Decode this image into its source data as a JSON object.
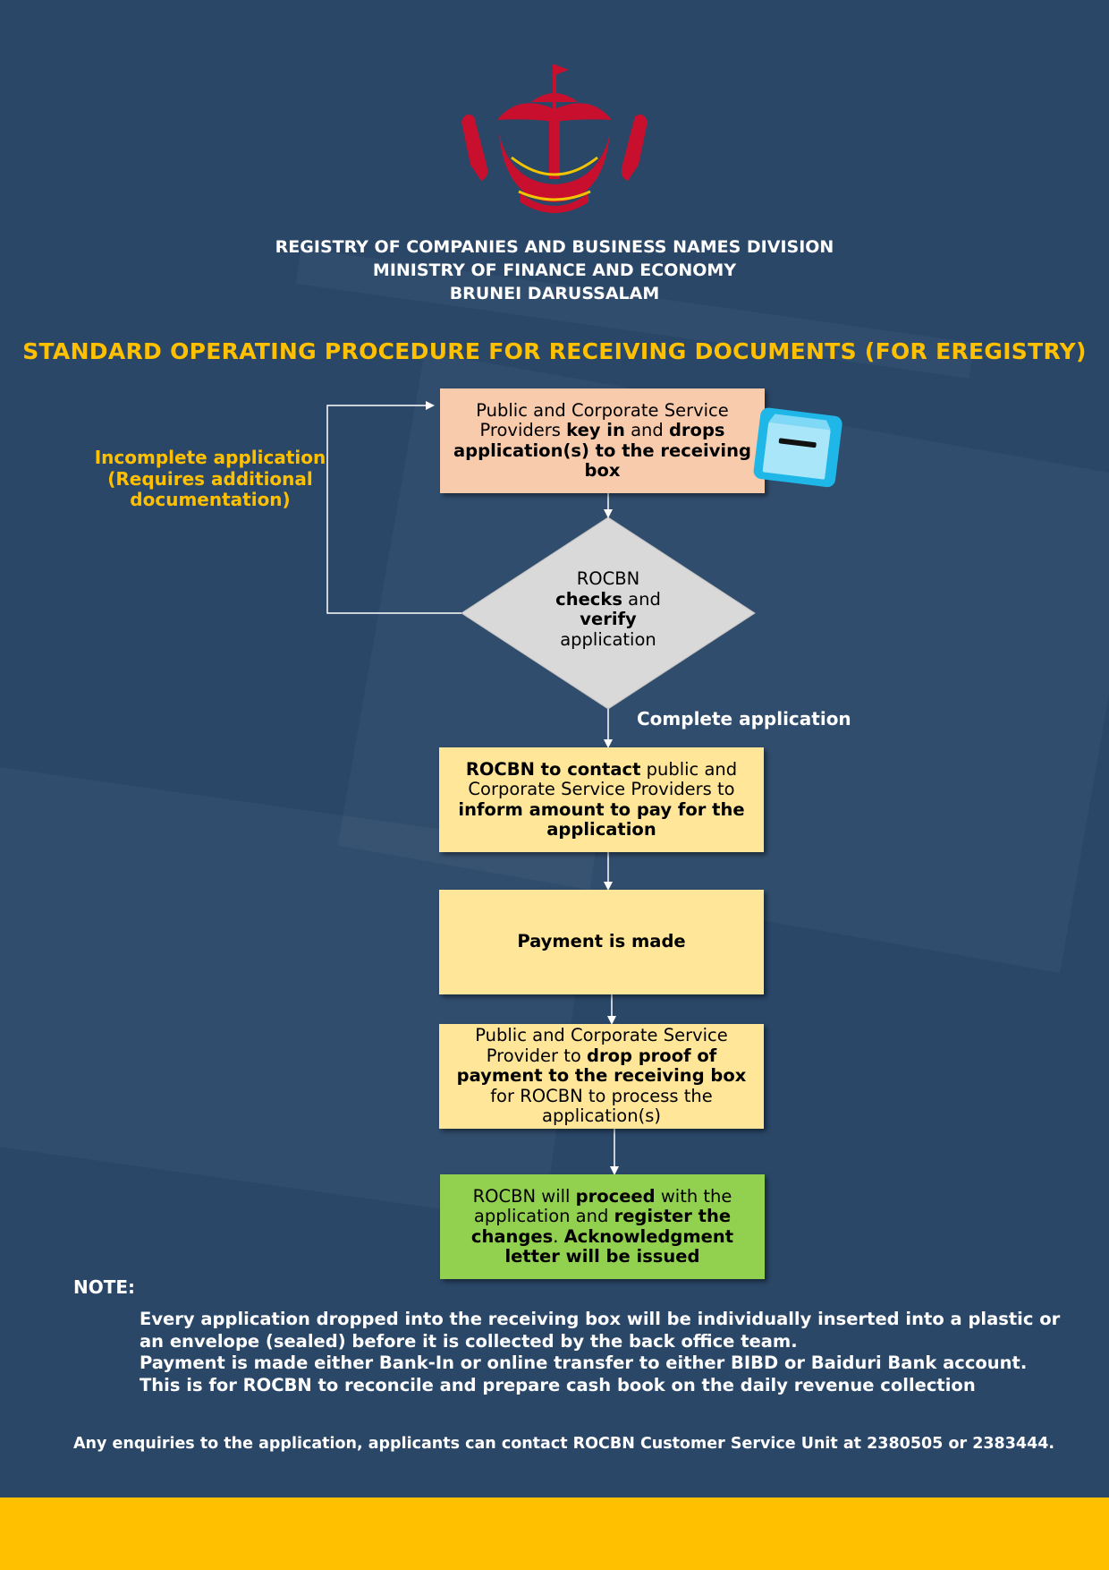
{
  "header": {
    "line1": "REGISTRY OF COMPANIES AND BUSINESS NAMES DIVISION",
    "line2": "MINISTRY OF FINANCE AND ECONOMY",
    "line3": "BRUNEI DARUSSALAM"
  },
  "title": "STANDARD OPERATING PROCEDURE FOR RECEIVING DOCUMENTS (FOR EREGISTRY)",
  "emblem": {
    "icon": "brunei-crest-icon",
    "color": "#c8102e",
    "accent": "#f2c500"
  },
  "steps": {
    "step1": {
      "a": "Public and Corporate Service Providers ",
      "b": "key in",
      "c": " and ",
      "d": "drops application(s) to the receiving box"
    },
    "decision": {
      "a": "ROCBN",
      "b": "checks",
      "c": " and",
      "d": "verify",
      "e": "application"
    },
    "step2": {
      "a": "ROCBN to contact",
      "b": " public and Corporate Service Providers to ",
      "c": "inform amount to pay for the application"
    },
    "step3": {
      "a": "Payment is made"
    },
    "step4": {
      "a": "Public and Corporate Service Provider to ",
      "b": "drop proof of payment to the receiving box",
      "c": " for ROCBN to process the application(s)"
    },
    "step5": {
      "a": "ROCBN will ",
      "b": "proceed",
      "c": " with the application and ",
      "d": "register the changes",
      "e": ". ",
      "f": "Acknowledgment letter will be issued"
    }
  },
  "labels": {
    "incomplete": "Incomplete application (Requires additional documentation)",
    "complete": "Complete application"
  },
  "receiving_box_icon": "receiving-box-icon",
  "note": {
    "title": "NOTE:",
    "line1": "Every application dropped into the receiving box will be individually inserted into a plastic or an envelope (sealed) before it is collected by the back office team.",
    "line2": "Payment is made either Bank-In or online transfer to either BIBD or Baiduri Bank account. This is for ROCBN to reconcile and prepare cash book on the daily revenue collection"
  },
  "enquiry": "Any enquiries to the application, applicants can contact ROCBN Customer Service Unit at 2380505 or 2383444.",
  "colors": {
    "background": "#2a4768",
    "title": "#ffc000",
    "step1": "#f8cbad",
    "steps": "#ffe699",
    "final": "#92d050",
    "decision": "#d9d9d9",
    "bottom_bar": "#ffc000"
  }
}
